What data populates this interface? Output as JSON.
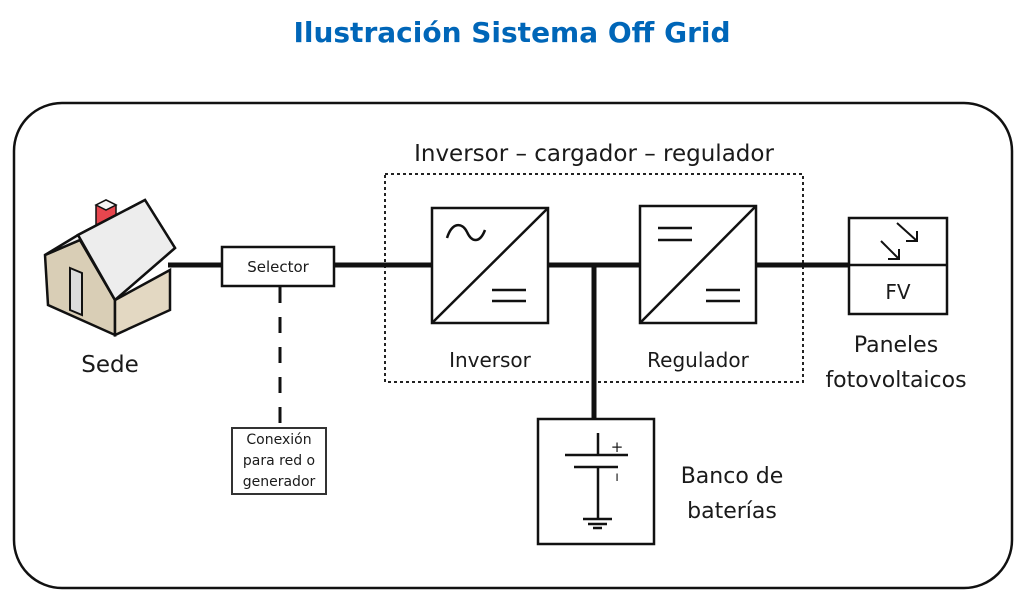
{
  "title": "Ilustración Sistema Off Grid",
  "colors": {
    "title": "#0066b8",
    "line": "#111111",
    "house_wall": "#ddd2bc",
    "house_roof": "#f2f2f2",
    "chimney": "#e8464e"
  },
  "group": {
    "label": "Inversor – cargador – regulador"
  },
  "nodes": {
    "sede": {
      "label": "Sede",
      "icon": "house-icon"
    },
    "selector": {
      "label": "Selector"
    },
    "conexion": {
      "line1": "Conexión",
      "line2": "para red o",
      "line3": "generador"
    },
    "inversor": {
      "label": "Inversor",
      "icon_top": "ac-sine-symbol",
      "icon_bottom": "dc-symbol"
    },
    "regulador": {
      "label": "Regulador",
      "icon_top": "dc-symbol",
      "icon_bottom": "dc-symbol"
    },
    "paneles": {
      "box_label": "FV",
      "line1": "Paneles",
      "line2": "fotovoltaicos",
      "icon": "light-arrows-icon"
    },
    "baterias": {
      "line1": "Banco de",
      "line2": "baterías",
      "plus": "+",
      "minus": "ı",
      "icon": "battery-ground-icon"
    }
  }
}
